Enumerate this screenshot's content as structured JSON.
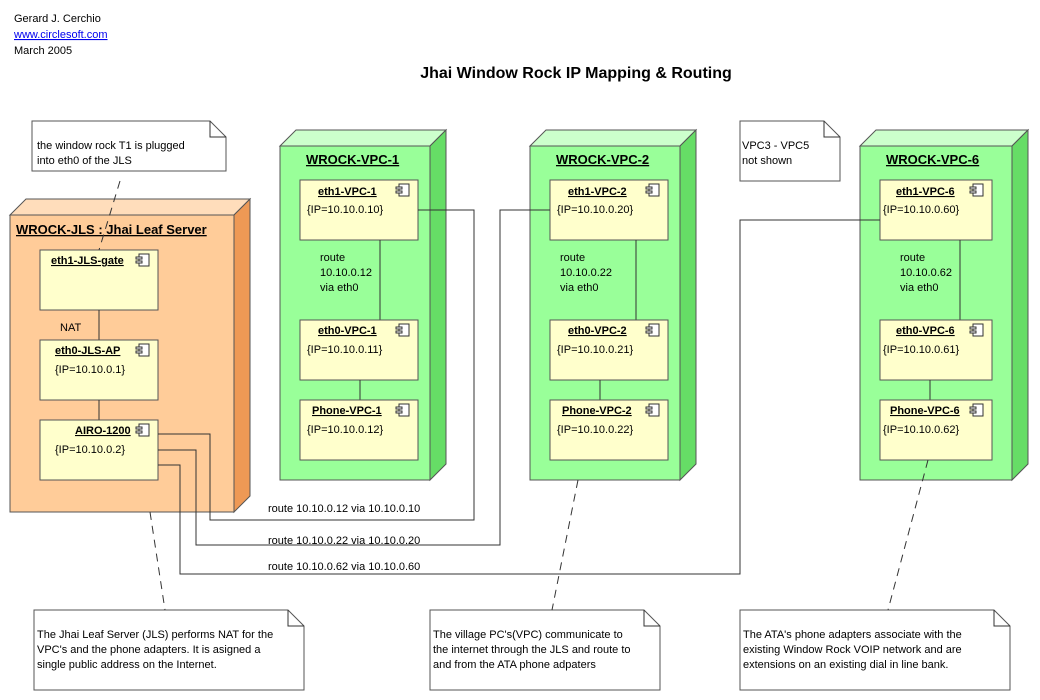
{
  "header": {
    "author": "Gerard J. Cerchio",
    "website": "www.circlesoft.com",
    "date": "March 2005",
    "title": "Jhai Window Rock IP Mapping & Routing"
  },
  "colors": {
    "server_node": "#ffcc99",
    "vpc_node": "#99ff99",
    "component": "#ffffcc"
  },
  "jls": {
    "title": "WROCK-JLS : Jhai Leaf Server",
    "gate": {
      "name": "eth1-JLS-gate"
    },
    "nat_label": "NAT",
    "ap": {
      "name": "eth0-JLS-AP",
      "ip": "{IP=10.10.0.1}"
    },
    "airo": {
      "name": "AIRO-1200",
      "ip": "{IP=10.10.0.2}"
    }
  },
  "vpcs": [
    {
      "title": "WROCK-VPC-1",
      "eth1": {
        "name": "eth1-VPC-1",
        "ip": "{IP=10.10.0.10}"
      },
      "route": [
        "route",
        "10.10.0.12",
        "via eth0"
      ],
      "eth0": {
        "name": "eth0-VPC-1",
        "ip": "{IP=10.10.0.11}"
      },
      "phone": {
        "name": "Phone-VPC-1",
        "ip": "{IP=10.10.0.12}"
      }
    },
    {
      "title": "WROCK-VPC-2",
      "eth1": {
        "name": "eth1-VPC-2",
        "ip": "{IP=10.10.0.20}"
      },
      "route": [
        "route",
        "10.10.0.22",
        "via eth0"
      ],
      "eth0": {
        "name": "eth0-VPC-2",
        "ip": "{IP=10.10.0.21}"
      },
      "phone": {
        "name": "Phone-VPC-2",
        "ip": "{IP=10.10.0.22}"
      }
    },
    {
      "title": "WROCK-VPC-6",
      "eth1": {
        "name": "eth1-VPC-6",
        "ip": "{IP=10.10.0.60}"
      },
      "route": [
        "route",
        "10.10.0.62",
        "via eth0"
      ],
      "eth0": {
        "name": "eth0-VPC-6",
        "ip": "{IP=10.10.0.61}"
      },
      "phone": {
        "name": "Phone-VPC-6",
        "ip": "{IP=10.10.0.62}"
      }
    }
  ],
  "routes": [
    "route 10.10.0.12 via 10.10.0.10",
    "route 10.10.0.22 via 10.10.0.20",
    "route 10.10.0.62 via 10.10.0.60"
  ],
  "notes": {
    "t1": [
      "the window rock T1 is plugged",
      "into eth0 of the JLS"
    ],
    "vpc_hidden": [
      "VPC3 - VPC5",
      "not shown"
    ],
    "jls_nat": [
      "The Jhai Leaf Server (JLS) performs NAT for the",
      "VPC's and the phone adapters.  It is asigned a",
      "single public address on the Internet."
    ],
    "village": [
      "The village PC's(VPC)  communicate to",
      "the internet through the JLS and route to",
      "and from the ATA phone adpaters"
    ],
    "ata": [
      "The ATA's phone adapters associate with the",
      "existing Window Rock VOIP network and are",
      "extensions on an existing dial in line bank."
    ]
  }
}
